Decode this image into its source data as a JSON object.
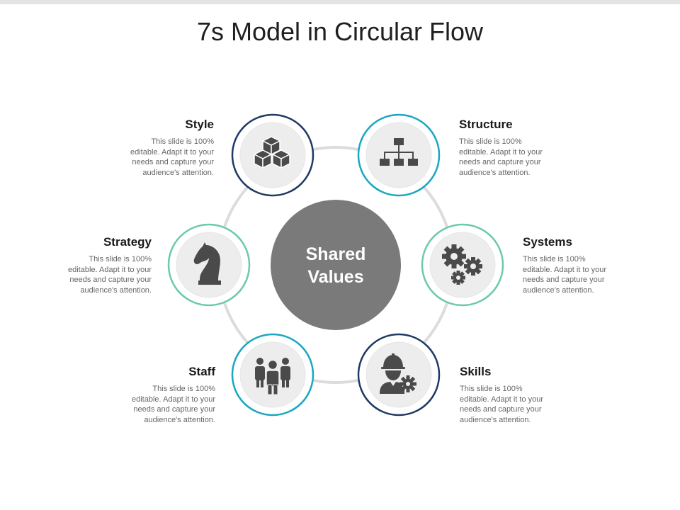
{
  "title": "7s Model in Circular Flow",
  "center": {
    "line1": "Shared",
    "line2": "Values"
  },
  "nodes": [
    {
      "label": "Style",
      "desc_lines": [
        "This slide is 100%",
        "editable. Adapt it to your",
        "needs and capture your",
        "audience's attention."
      ],
      "icon": "cubes-icon",
      "ring_color": "#1f3a64"
    },
    {
      "label": "Structure",
      "desc_lines": [
        "This slide is 100%",
        "editable. Adapt it to your",
        "needs and capture your",
        "audience's attention."
      ],
      "icon": "org-chart-icon",
      "ring_color": "#1aa7bf"
    },
    {
      "label": "Strategy",
      "desc_lines": [
        "This slide is 100%",
        "editable. Adapt it to your",
        "needs and capture your",
        "audience's attention."
      ],
      "icon": "chess-knight-icon",
      "ring_color": "#6cc9ad"
    },
    {
      "label": "Systems",
      "desc_lines": [
        "This slide is 100%",
        "editable. Adapt it to your",
        "needs and capture your",
        "audience's attention."
      ],
      "icon": "gears-icon",
      "ring_color": "#6cc9ad"
    },
    {
      "label": "Staff",
      "desc_lines": [
        "This slide is 100%",
        "editable. Adapt it to your",
        "needs and capture your",
        "audience's attention."
      ],
      "icon": "people-icon",
      "ring_color": "#1aa7bf"
    },
    {
      "label": "Skills",
      "desc_lines": [
        "This slide is 100%",
        "editable. Adapt it to your",
        "needs and capture your",
        "audience's attention."
      ],
      "icon": "worker-gear-icon",
      "ring_color": "#1f3a64"
    }
  ],
  "colors": {
    "center_fill": "#7a7a7a",
    "icon_fill": "#4a4a4a",
    "track": "#dcdcdc",
    "inner_circle": "#ededed"
  }
}
